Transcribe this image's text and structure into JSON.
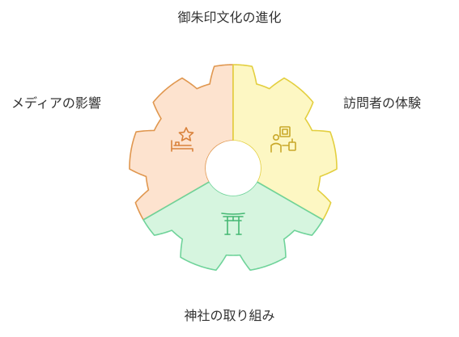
{
  "title": "御朱印文化の進化",
  "segments": [
    {
      "label": "メディアの影響",
      "icon": "star-bed-icon",
      "fill": "#fde3cf",
      "stroke": "#e0974f",
      "icon_color": "#d9823b"
    },
    {
      "label": "訪問者の体験",
      "icon": "person-frame-icon",
      "fill": "#fdf7c3",
      "stroke": "#e3cf3f",
      "icon_color": "#c9a82a"
    },
    {
      "label": "神社の取り組み",
      "icon": "torii-gate-icon",
      "fill": "#d6f5df",
      "stroke": "#6fd39a",
      "icon_color": "#45b873"
    }
  ]
}
